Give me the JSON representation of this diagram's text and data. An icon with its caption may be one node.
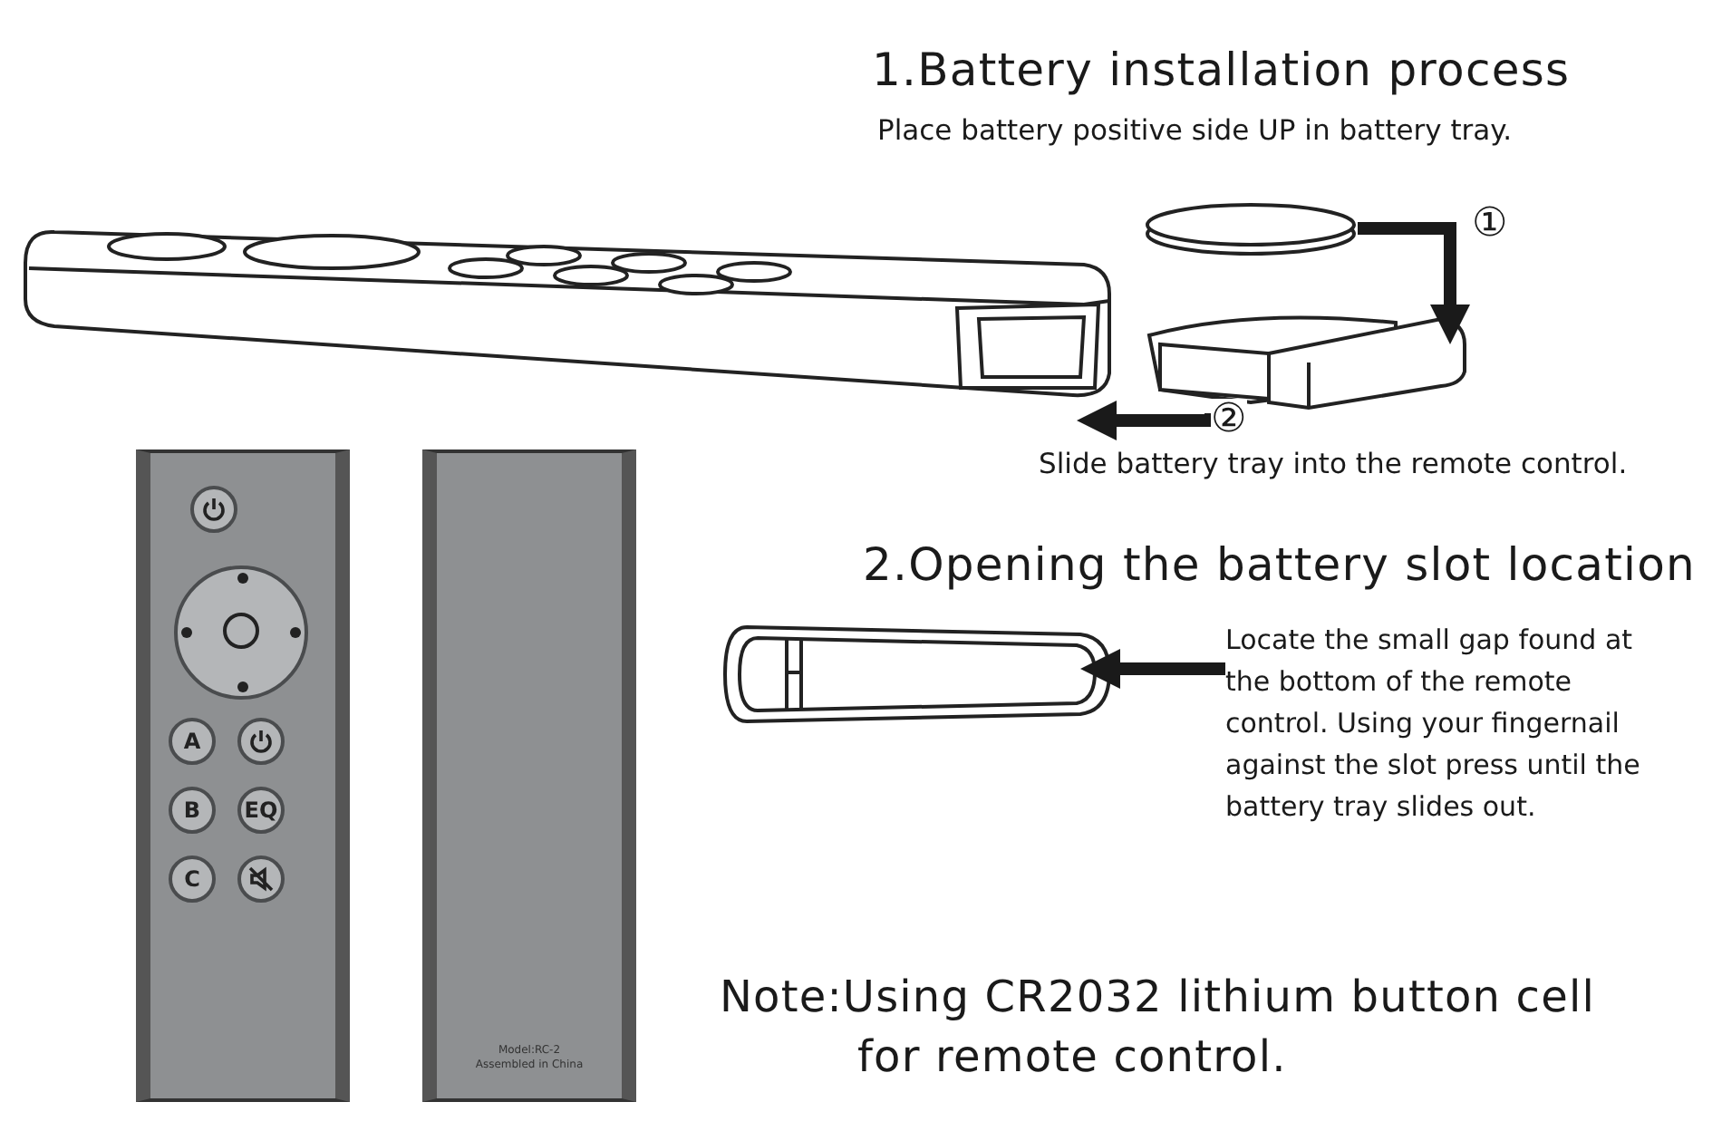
{
  "diagram": {
    "nodes": [
      {
        "text": [],
        "shape": "circle"
      },
      {
        "text": [],
        "shape": "picture"
      },
      {
        "text": [],
        "shape": "picture"
      },
      {
        "text": [],
        "shape": "picture"
      },
      {
        "text": [
          "Locate the small gap found at the bottom of the remote control. Using your fingernail against the slot press until the battery tray slides out."
        ]
      }
    ],
    "edges": [
      {
        "from": 0,
        "to": 1,
        "arrow": "to",
        "label": "①"
      },
      {
        "from": 1,
        "to": 2,
        "arrow": "to",
        "label": "②"
      },
      {
        "from": 4,
        "to": 3,
        "arrow": "to"
      }
    ],
    "labels": [
      "1.Battery installation process",
      "Place battery positive side UP in battery tray.",
      "Slide battery tray into the remote control.",
      "2.Opening the battery slot location",
      "A",
      "B",
      "EQ",
      "C",
      "Model:RC-2",
      "Assembled in China",
      "Note:Using CR2032 lithium button cell for remote control."
    ]
  }
}
